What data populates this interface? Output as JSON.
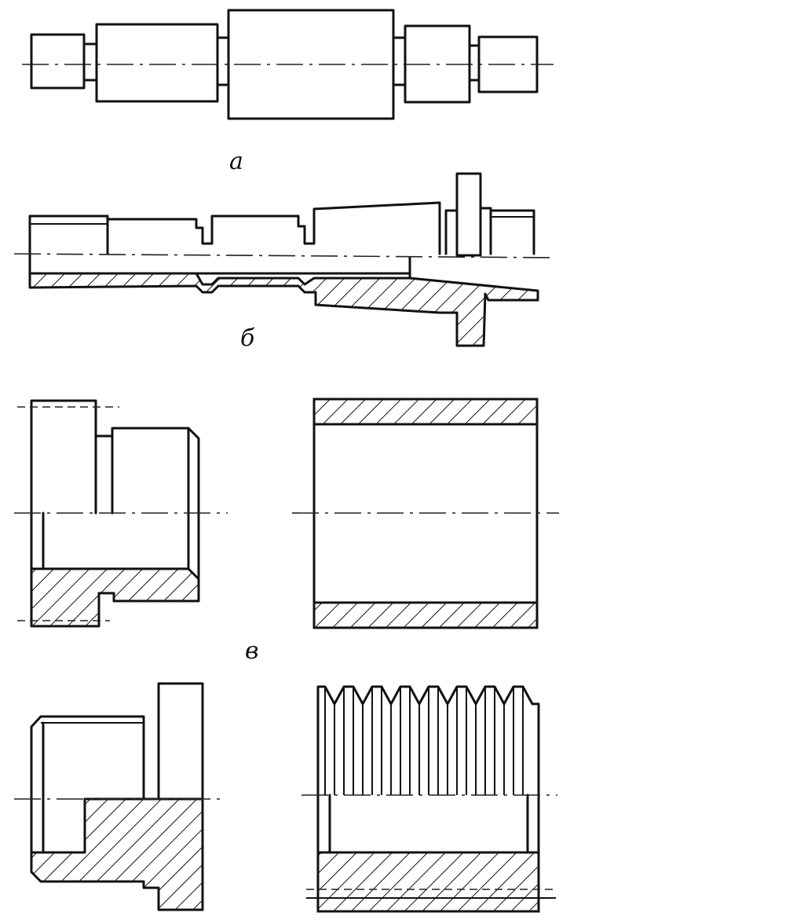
{
  "figure": {
    "labels": {
      "a": "а",
      "b": "б",
      "v": "в"
    }
  }
}
